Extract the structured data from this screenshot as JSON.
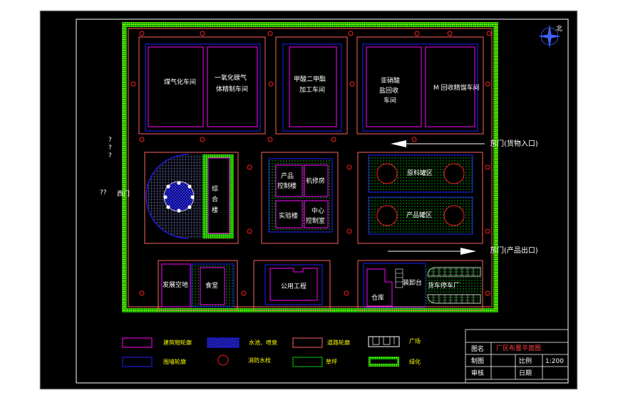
{
  "colors": {
    "background": "#000000",
    "frame": "#ffffff",
    "road": "#ff6060",
    "building": "#ff00ff",
    "wall": "#2020ff",
    "green": "#00cc00",
    "hydrant": "#ff2020",
    "label": "#ffffff",
    "legend_label": "#ffff00"
  },
  "north_arrow": {
    "letter": "北"
  },
  "buildings": {
    "syngas_workshop": "煤气化车间",
    "co2_workshop": "一氧化碳气体精制车间",
    "methyl_formate_workshop": "甲酸二甲酯加工车间",
    "sodium_nitrite_workshop": "亚硝酸盐回收车间",
    "purification_workshop": "M 回收精馏车间",
    "office_building": "综合楼",
    "product_control_building": "产品控制楼",
    "machine_repair": "机修房",
    "lab_building": "实验楼",
    "central_control": "中心控制室",
    "raw_material_area": "原料罐区",
    "product_tank_area": "产品罐区",
    "development_land": "发展空地",
    "canteen": "食堂",
    "utility_workshop": "公用工程",
    "loading_platform": "装卸台",
    "warehouse": "仓库",
    "truck_parking": "货车停车厂"
  },
  "gates": {
    "west_gate": "西门",
    "east_gate_north": "东门(货物入口)",
    "east_gate_south": "东门(产品出口)",
    "unknown_mark": "??",
    "side_marks": [
      "?",
      "?",
      "?"
    ]
  },
  "legend": {
    "items": [
      {
        "label": "建筑物轮廓",
        "symbol": "building"
      },
      {
        "label": "水池、喷泉",
        "symbol": "fountain"
      },
      {
        "label": "道路轮廓",
        "symbol": "road"
      },
      {
        "label": "广场",
        "symbol": "plaza"
      },
      {
        "label": "围墙轮廓",
        "symbol": "wall"
      },
      {
        "label": "消防水栓",
        "symbol": "hydrant"
      },
      {
        "label": "草坪",
        "symbol": "lawn"
      },
      {
        "label": "绿化",
        "symbol": "greenbelt"
      }
    ]
  },
  "title_block": {
    "drawing_name_label": "图名",
    "drawing_name": "厂区布置平面图",
    "drawn_by_label": "制图",
    "drawn_by": "",
    "scale_label": "比例",
    "scale": "1:200",
    "checked_by_label": "审核",
    "checked_by": "",
    "date_label": "日期",
    "date": ""
  }
}
